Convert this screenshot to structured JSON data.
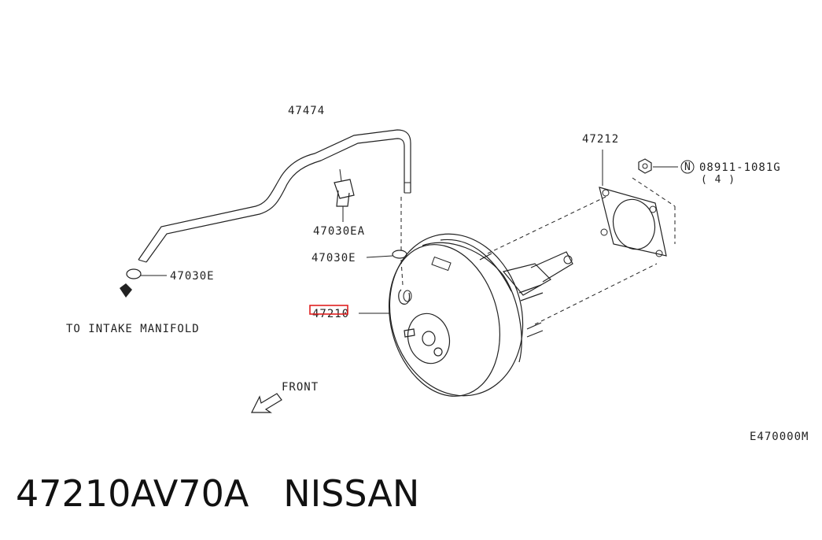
{
  "labels": {
    "hose": "47474",
    "clip_ea": "47030EA",
    "clip_e_mid": "47030E",
    "clip_e_left": "47030E",
    "booster": "47210",
    "gasket": "47212",
    "nut_part": "08911-1081G",
    "nut_circle": "N",
    "nut_qty": "( 4 )",
    "intake": "TO INTAKE MANIFOLD",
    "front": "FRONT",
    "diagram_code": "E470000M"
  },
  "footer": {
    "part_number": "47210AV70A",
    "brand": "NISSAN"
  },
  "highlight_color": "#e02020"
}
